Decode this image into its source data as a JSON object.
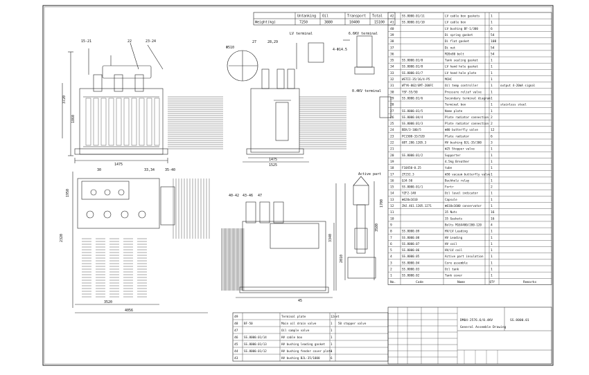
{
  "weights_table": {
    "row_header": "Weight(kg)",
    "columns": [
      "Untanking",
      "Oil",
      "Transport",
      "Total"
    ],
    "values": [
      "7250",
      "3880",
      "10400",
      "15100"
    ]
  },
  "labels": {
    "lv_terminal": "LV terminal",
    "hv_terminal": "6.6KV terminal",
    "small_terminal": "0.4KV terminal",
    "active_part": "Active part",
    "hole_callout": "4-Φ14.5",
    "phi_top": "Φ510",
    "num_22": "22",
    "num_2324": "23-24",
    "num_27": "27",
    "num_2829": "28,29",
    "num_1521": "15-21",
    "num_3031": "30",
    "num_3334": "33,34",
    "num_3540": "35-40",
    "num_4042": "40-42",
    "num_4346": "43-46",
    "num_47": "47",
    "num_45": "45"
  },
  "dims": {
    "d3720": "3720",
    "d1860": "1860",
    "d1475": "1475",
    "d1525": "1525",
    "d1950": "1950",
    "d3520": "3520",
    "d4056": "4056",
    "d2320": "2320",
    "d3340": "3340",
    "d1700": "1700",
    "d3580": "3580",
    "d2010": "2010"
  },
  "parts": [
    {
      "no": "42",
      "code": "SS.8000.01/11",
      "name": "LV cable box gaskets",
      "qty": "1",
      "remark": ""
    },
    {
      "no": "41",
      "code": "SS.8000.01/10",
      "name": "LV cable box",
      "qty": "1",
      "remark": ""
    },
    {
      "no": "40",
      "code": "",
      "name": "LV bushing BF-1/300",
      "qty": "6",
      "remark": ""
    },
    {
      "no": "39",
      "code": "",
      "name": "Di spring gasket",
      "qty": "54",
      "remark": ""
    },
    {
      "no": "38",
      "code": "",
      "name": "Di flat gasket",
      "qty": "108",
      "remark": ""
    },
    {
      "no": "37",
      "code": "",
      "name": "Di nut",
      "qty": "54",
      "remark": ""
    },
    {
      "no": "36",
      "code": "",
      "name": "M20x80 bolt",
      "qty": "54",
      "remark": ""
    },
    {
      "no": "35",
      "code": "SS.8000.01/8",
      "name": "Tank sealing gasket",
      "qty": "1",
      "remark": ""
    },
    {
      "no": "34",
      "code": "SS.8000.01/8",
      "name": "LV hand hole gasket",
      "qty": "1",
      "remark": ""
    },
    {
      "no": "33",
      "code": "SS.8000.01/7",
      "name": "LV hand hole plate",
      "qty": "1",
      "remark": ""
    },
    {
      "no": "32",
      "code": "WSTII-35/16/4-P5",
      "name": "MCHC",
      "qty": "1",
      "remark": ""
    },
    {
      "no": "31",
      "code": "WTYK-802/GMT-200FC",
      "name": "Oil temp controller",
      "qty": "1",
      "remark": "output 4-20mA signal"
    },
    {
      "no": "30",
      "code": "YSF-55/50",
      "name": "Pressure relief valve",
      "qty": "1",
      "remark": ""
    },
    {
      "no": "29",
      "code": "SS.8000.01/6",
      "name": "Secondary terminal diagram",
      "qty": "1",
      "remark": ""
    },
    {
      "no": "28",
      "code": "",
      "name": "Terminal box",
      "qty": "1",
      "remark": "stainless steel"
    },
    {
      "no": "27",
      "code": "SS.8000.01/5",
      "name": "Name plate",
      "qty": "1",
      "remark": ""
    },
    {
      "no": "26",
      "code": "SS.8000.04/4",
      "name": "Plate radiator connection",
      "qty": "2",
      "remark": ""
    },
    {
      "no": "25",
      "code": "SS.8000.01/3",
      "name": "Plate radiator connection",
      "qty": "2",
      "remark": ""
    },
    {
      "no": "24",
      "code": "BDX/3-100/5",
      "name": "Φ80 butterfly valve",
      "qty": "12",
      "remark": ""
    },
    {
      "no": "23",
      "code": "PC1500-33/520",
      "name": "Plate radiator",
      "qty": "6",
      "remark": ""
    },
    {
      "no": "22",
      "code": "6BT.280.1205.3",
      "name": "HV bushing BJL-35/300",
      "qty": "3",
      "remark": ""
    },
    {
      "no": "21",
      "code": "",
      "name": "Φ25 Stopper valve",
      "qty": "1",
      "remark": ""
    },
    {
      "no": "20",
      "code": "SS.8000.01/2",
      "name": "Supporter",
      "qty": "1",
      "remark": ""
    },
    {
      "no": "19",
      "code": "",
      "name": "4.5kg Breather",
      "qty": "1",
      "remark": ""
    },
    {
      "no": "18",
      "code": "F10X50-0.25",
      "name": "tube",
      "qty": "1",
      "remark": ""
    },
    {
      "no": "17",
      "code": "ZF25I.3",
      "name": "Φ50 vacuum butterfly valve",
      "qty": "1",
      "remark": ""
    },
    {
      "no": "16",
      "code": "QJ4-50",
      "name": "Buchholz relay",
      "qty": "1",
      "remark": ""
    },
    {
      "no": "15",
      "code": "SS.8000.01/1",
      "name": "Fortr",
      "qty": "2",
      "remark": ""
    },
    {
      "no": "14",
      "code": "YZF2-140",
      "name": "Oil level indicator",
      "qty": "1",
      "remark": ""
    },
    {
      "no": "13",
      "code": "Φ620x1610",
      "name": "Capsule",
      "qty": "1",
      "remark": ""
    },
    {
      "no": "12",
      "code": "ZHJ.461.1205.1271",
      "name": "Φ610x1600 conservator",
      "qty": "1",
      "remark": ""
    },
    {
      "no": "11",
      "code": "",
      "name": "35 Nuts",
      "qty": "16",
      "remark": ""
    },
    {
      "no": "10",
      "code": "",
      "name": "35 Gaskets",
      "qty": "16",
      "remark": ""
    },
    {
      "no": "9",
      "code": "",
      "name": "Bolts M16X400/200-120",
      "qty": "4",
      "remark": ""
    },
    {
      "no": "8",
      "code": "SS.8000.09",
      "name": "HV/LV Leading",
      "qty": "1",
      "remark": ""
    },
    {
      "no": "7",
      "code": "SS.8000.08",
      "name": "HV Leading",
      "qty": "1",
      "remark": ""
    },
    {
      "no": "6",
      "code": "SS.8000.07",
      "name": "HV coil",
      "qty": "1",
      "remark": ""
    },
    {
      "no": "5",
      "code": "SS.8000.06",
      "name": "HV/LV coil",
      "qty": "1",
      "remark": ""
    },
    {
      "no": "4",
      "code": "SS.8000.05",
      "name": "Active part insulation",
      "qty": "1",
      "remark": ""
    },
    {
      "no": "3",
      "code": "SS.8000.04",
      "name": "Core assemble",
      "qty": "1",
      "remark": ""
    },
    {
      "no": "2",
      "code": "SS.8000.03",
      "name": "Oil tank",
      "qty": "1",
      "remark": ""
    },
    {
      "no": "1",
      "code": "SS.8000.02",
      "name": "Tank cover",
      "qty": "1",
      "remark": ""
    }
  ],
  "parts_header": {
    "no": "No.",
    "code": "Code",
    "name": "Name",
    "qty": "QTY",
    "remark": "Remarks"
  },
  "bottom_parts": [
    {
      "no": "49",
      "code": "",
      "name": "Terminal plate",
      "qty": "12set",
      "remark": ""
    },
    {
      "no": "48",
      "code": "BF-50",
      "name": "Main oil drain valve",
      "qty": "1",
      "remark": "50 stopper valve"
    },
    {
      "no": "47",
      "code": "",
      "name": "Oil sample valve",
      "qty": "1",
      "remark": ""
    },
    {
      "no": "46",
      "code": "SS.8000.01/14",
      "name": "HV cable box",
      "qty": "1",
      "remark": ""
    },
    {
      "no": "45",
      "code": "SS.8000.01/13",
      "name": "HV bushing leading gasket",
      "qty": "1",
      "remark": ""
    },
    {
      "no": "44",
      "code": "SS.8000.01/12",
      "name": "HV bushing fender cover plate",
      "qty": "1",
      "remark": ""
    },
    {
      "no": "43",
      "code": "",
      "name": "HV bushing BJL-35/1000",
      "qty": "6",
      "remark": ""
    }
  ],
  "title_block": {
    "model": "DM04-2576.6/0.4KV",
    "drawing_no": "SS.8000.01",
    "title": "General Assemble Drawing"
  }
}
